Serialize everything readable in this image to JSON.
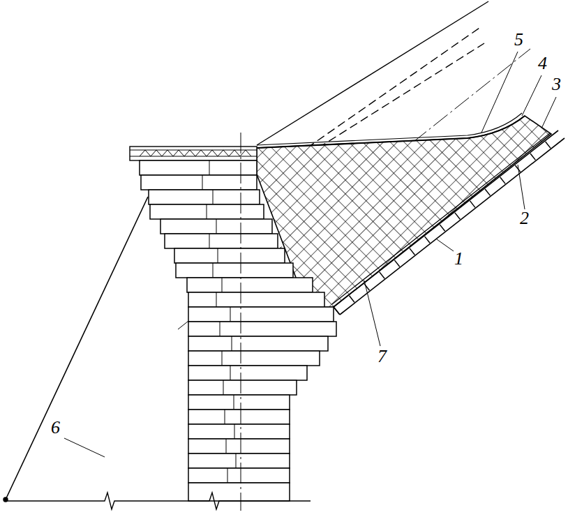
{
  "diagram": {
    "labels": [
      "5",
      "4",
      "3",
      "2",
      "1",
      "7",
      "6"
    ]
  }
}
